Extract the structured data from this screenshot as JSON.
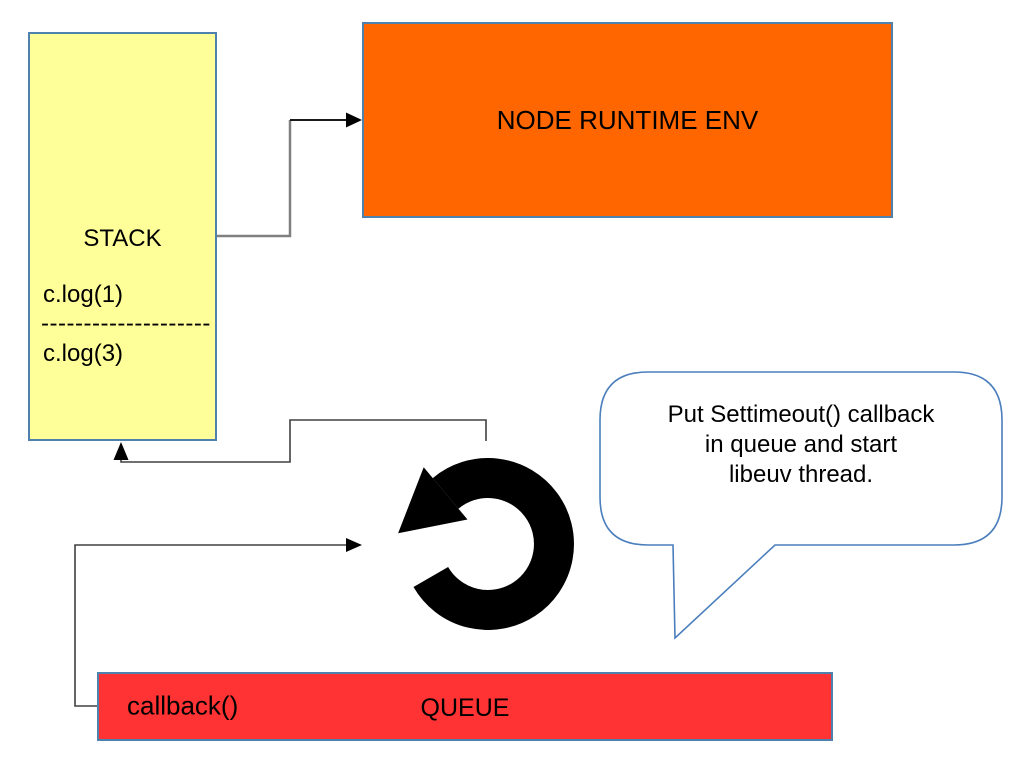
{
  "diagram": {
    "stack": {
      "title": "STACK",
      "frame_top": "c.log(1)",
      "divider": "--------------------",
      "frame_bottom": "c.log(3)",
      "fill": "#ffff99"
    },
    "runtime": {
      "label": "NODE RUNTIME ENV",
      "fill": "#ff6600"
    },
    "queue": {
      "label": "QUEUE",
      "item": "callback()",
      "fill": "#ff3333"
    },
    "callout": {
      "line1": "Put Settimeout() callback",
      "line2": "in queue and start",
      "line3": "libeuv thread.",
      "border_color": "#4a7ebc"
    },
    "icons": {
      "loop": "circular-refresh-arrow"
    },
    "colors": {
      "box_border": "#4e81ae",
      "connector_gray": "#808080",
      "connector_dark": "#404040",
      "arrow_fill": "#000000"
    }
  }
}
